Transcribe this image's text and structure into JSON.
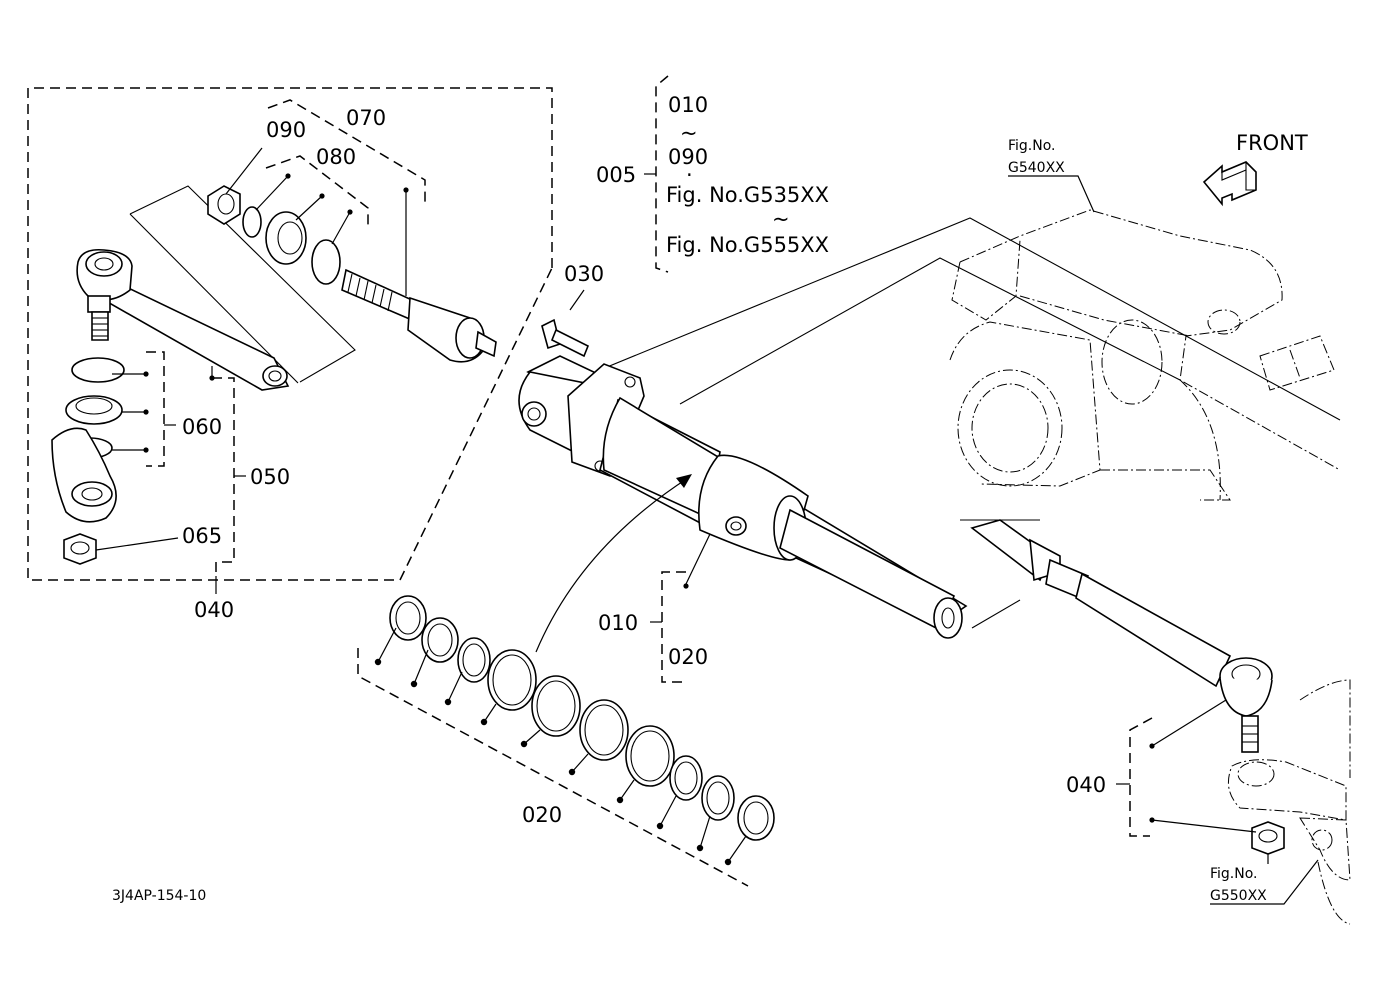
{
  "labels": {
    "p005": "005",
    "p010_range_start": "010",
    "tilde1": "~",
    "p090_range_end": "090",
    "bullet": "·",
    "fig_g535": "Fig. No.G535XX",
    "tilde2": "~",
    "fig_g555": "Fig. No.G555XX",
    "p090": "090",
    "p070": "070",
    "p080": "080",
    "p060": "060",
    "p050": "050",
    "p065": "065",
    "p040_left": "040",
    "p030": "030",
    "p010": "010",
    "p020_right": "020",
    "p020_bottom": "020",
    "p040_right": "040",
    "fig_g540_line1": "Fig.No.",
    "fig_g540_line2": "G540XX",
    "fig_g550_line1": "Fig.No.",
    "fig_g550_line2": "G550XX",
    "front": "FRONT",
    "drawing_id": "3J4AP-154-10"
  },
  "colors": {
    "ink": "#000000",
    "paper": "#ffffff"
  }
}
